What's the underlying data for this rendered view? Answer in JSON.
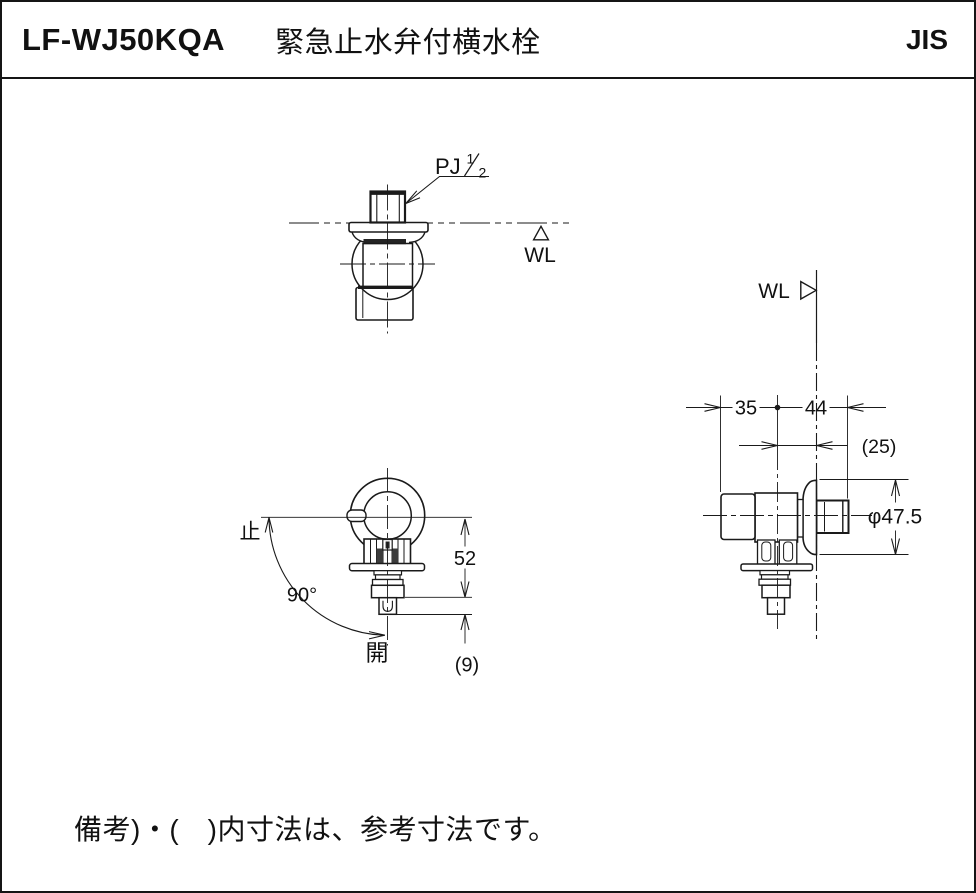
{
  "page": {
    "background": "#ffffff",
    "line_color": "#1a1a1a"
  },
  "header": {
    "model": "LF-WJ50KQA",
    "title": "緊急止水弁付横水栓",
    "standard": "JIS"
  },
  "drawing": {
    "top_view": {
      "thread_main": "PJ",
      "thread_numerator": "1",
      "thread_denominator": "2",
      "water_line": "WL"
    },
    "side_view": {
      "water_line": "WL",
      "dim_handle_to_center": "35",
      "dim_center_to_tip": "44",
      "dim_wall_offset": "(25)",
      "dim_flange_diameter": "φ47.5"
    },
    "front_view": {
      "label_stop": "止",
      "label_open": "開",
      "label_angle": "90°",
      "dim_center_to_outlet": "52",
      "dim_outlet_tip": "(9)"
    }
  },
  "note": "備考)・(　)内寸法は、参考寸法です。"
}
